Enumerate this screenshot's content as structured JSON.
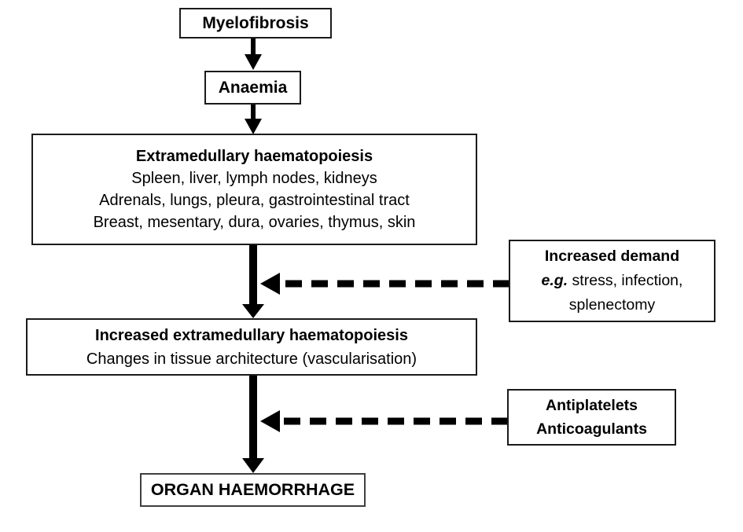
{
  "colors": {
    "background": "#ffffff",
    "ink": "#000000",
    "box_border": "#1b1b1b"
  },
  "flowchart": {
    "nodes": {
      "myelofibrosis": {
        "label": "Myelofibrosis"
      },
      "anaemia": {
        "label": "Anaemia"
      },
      "emh": {
        "title": "Extramedullary haematopoiesis",
        "line1": "Spleen, liver, lymph nodes, kidneys",
        "line2": "Adrenals, lungs, pleura, gastrointestinal tract",
        "line3": "Breast, mesentary, dura, ovaries, thymus, skin"
      },
      "increased_demand": {
        "title": "Increased demand",
        "example_abbrev": "e.g.",
        "example_rest": " stress, infection,",
        "line2": "splenectomy"
      },
      "increased_emh": {
        "title": "Increased extramedullary haematopoiesis",
        "subtitle": "Changes in tissue architecture (vascularisation)"
      },
      "antithrombotics": {
        "line1": "Antiplatelets",
        "line2": "Anticoagulants"
      },
      "organ_haemorrhage": {
        "label": "ORGAN HAEMORRHAGE"
      }
    },
    "edges": [
      {
        "from": "Myelofibrosis",
        "to": "Anaemia",
        "style": "solid-arrow"
      },
      {
        "from": "Anaemia",
        "to": "Extramedullary haematopoiesis",
        "style": "solid-arrow"
      },
      {
        "from": "Extramedullary haematopoiesis",
        "to": "Increased extramedullary haematopoiesis",
        "style": "thick-solid-arrow"
      },
      {
        "from": "Increased demand",
        "to": "main-pathway-arrow",
        "style": "dashed-arrow-left"
      },
      {
        "from": "Increased extramedullary haematopoiesis",
        "to": "ORGAN HAEMORRHAGE",
        "style": "thick-solid-arrow"
      },
      {
        "from": "Antiplatelets / Anticoagulants",
        "to": "main-pathway-arrow",
        "style": "dashed-arrow-left"
      }
    ]
  }
}
